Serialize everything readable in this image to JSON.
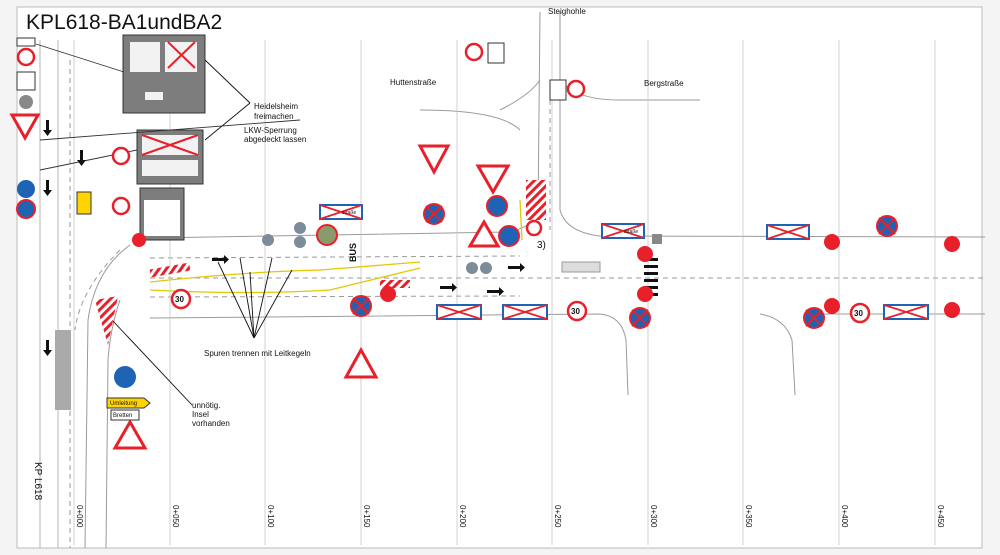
{
  "title": "KPL618-BA1undBA2",
  "streets": {
    "steighohle": "Steighohle",
    "huttenstrasse": "Huttenstraße",
    "bergstrasse": "Bergstraße"
  },
  "annotations": {
    "heidelsheim": [
      "Heidelsheim",
      "freimachen"
    ],
    "lkw": [
      "LKW-Sperrung",
      "abgedeckt lassen"
    ],
    "spuren": "Spuren trennen mit Leitkegeln",
    "insel": [
      "unnötig.",
      "Insel",
      "vorhanden"
    ],
    "ref3": "3)"
  },
  "signs": {
    "bus": "BUS",
    "umleitung": "Umleitung",
    "bretten": "Bretten",
    "speed": "30",
    "street_plate": "straße"
  },
  "road_label": "KP L618",
  "chainage": [
    "0+000",
    "0+050",
    "0+100",
    "0+150",
    "0+200",
    "0+250",
    "0+300",
    "0+350",
    "0+400",
    "0+450"
  ],
  "colors": {
    "sign_red": "#e8202a",
    "sign_blue": "#1f63b5",
    "board_grey": "#7d7d7d",
    "guide_yellow": "#e3c800"
  }
}
